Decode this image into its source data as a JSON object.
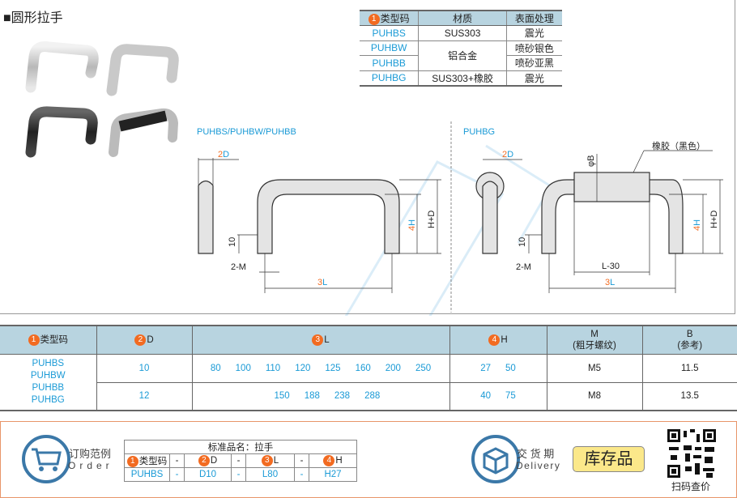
{
  "title": "■圆形拉手",
  "spec_table": {
    "headers": [
      "类型码",
      "材质",
      "表面处理"
    ],
    "header_num": "1",
    "rows": [
      [
        "PUHBS",
        "SUS303",
        "震光"
      ],
      [
        "PUHBW",
        "铝合金",
        "喷砂银色"
      ],
      [
        "PUHBB",
        "",
        "喷砂亚黑"
      ],
      [
        "PUHBG",
        "SUS303+橡胶",
        "震光"
      ]
    ]
  },
  "drawing": {
    "label_left": "PUHBS/PUHBW/PUHBB",
    "label_right": "PUHBG",
    "d": "D",
    "l": "L",
    "h": "H",
    "hd": "H+D",
    "m": "2-M",
    "ten": "10",
    "l30": "L-30",
    "phib": "φB",
    "rubber": "橡胶（黑色）",
    "n2": "2",
    "n3": "3",
    "n4": "4"
  },
  "main_table": {
    "headers": [
      {
        "num": "1",
        "label": "类型码"
      },
      {
        "num": "2",
        "label": "D"
      },
      {
        "num": "3",
        "label": "L"
      },
      {
        "num": "4",
        "label": "H"
      },
      {
        "label": "M",
        "sub": "(粗牙螺纹)"
      },
      {
        "label": "B",
        "sub": "(参考)"
      }
    ],
    "types": [
      "PUHBS",
      "PUHBW",
      "PUHBB",
      "PUHBG"
    ],
    "rows": [
      {
        "D": "10",
        "L": [
          "80",
          "100",
          "110",
          "120",
          "125",
          "160",
          "200",
          "250"
        ],
        "H": [
          "27",
          "50"
        ],
        "M": "M5",
        "B": "11.5"
      },
      {
        "D": "12",
        "L": [
          "150",
          "188",
          "238",
          "288"
        ],
        "H": [
          "40",
          "75"
        ],
        "M": "M8",
        "B": "13.5"
      }
    ]
  },
  "order": {
    "label_cn": "订购范例",
    "label_en": "Order",
    "title": "标准品名：拉手",
    "cols": [
      {
        "num": "1",
        "label": "类型码"
      },
      {
        "label": "-"
      },
      {
        "num": "2",
        "label": "D"
      },
      {
        "label": "-"
      },
      {
        "num": "3",
        "label": "L"
      },
      {
        "label": "-"
      },
      {
        "num": "4",
        "label": "H"
      }
    ],
    "values": [
      "PUHBS",
      "-",
      "D10",
      "-",
      "L80",
      "-",
      "H27"
    ]
  },
  "delivery": {
    "label_cn": "交 货 期",
    "label_en": "Delivery",
    "badge": "库存品"
  },
  "qr": {
    "label": "扫码查价"
  }
}
